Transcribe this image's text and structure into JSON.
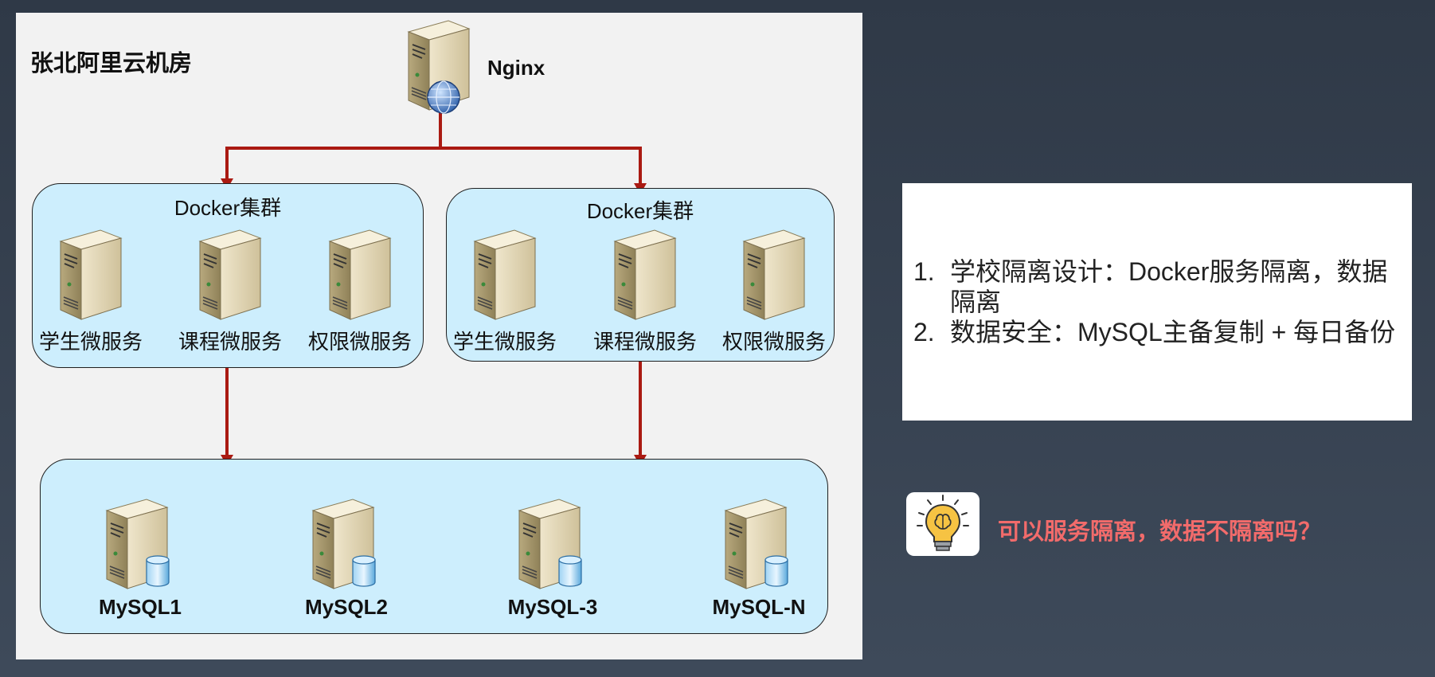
{
  "region": {
    "title": "张北阿里云机房"
  },
  "nginx": {
    "label": "Nginx"
  },
  "clusters": [
    {
      "title": "Docker集群",
      "services": [
        "学生微服务",
        "课程微服务",
        "权限微服务"
      ]
    },
    {
      "title": "Docker集群",
      "services": [
        "学生微服务",
        "课程微服务",
        "权限微服务"
      ]
    }
  ],
  "databases": [
    "MySQL1",
    "MySQL2",
    "MySQL-3",
    "MySQL-N"
  ],
  "notes": [
    {
      "num": "1.",
      "text": "学校隔离设计：Docker服务隔离，数据隔离"
    },
    {
      "num": "2.",
      "text": "数据安全：MySQL主备复制 + 每日备份"
    }
  ],
  "question": {
    "text": "可以服务隔离，数据不隔离吗？",
    "icon": "lightbulb-brain-icon"
  },
  "colors": {
    "connector": "#aa1a12",
    "cluster_fill": "#cdeefd",
    "question_text": "#f26b6b"
  }
}
